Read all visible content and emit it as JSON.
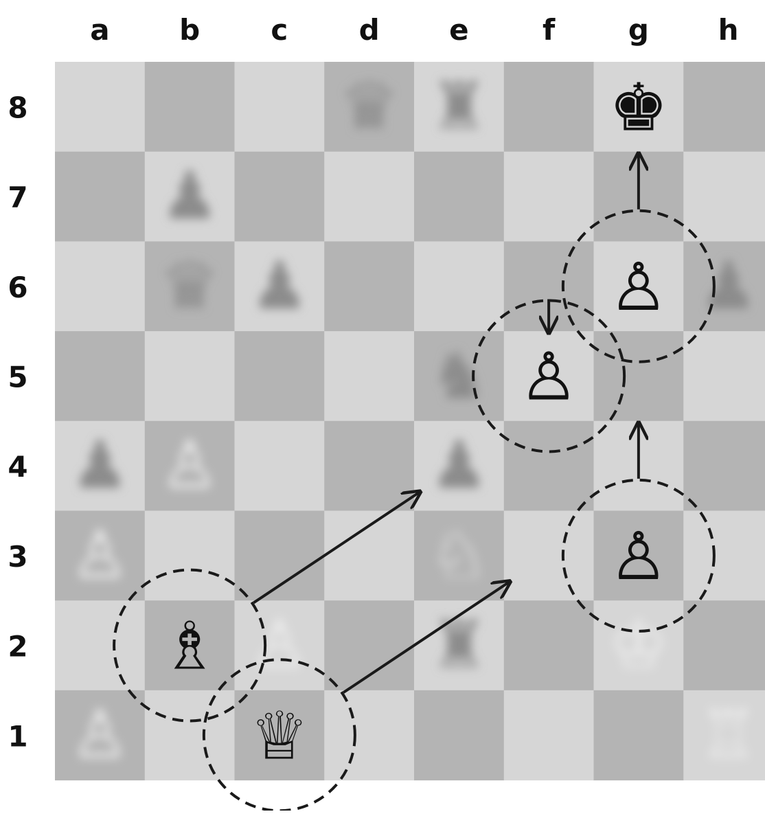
{
  "board": {
    "files": [
      "a",
      "b",
      "c",
      "d",
      "e",
      "f",
      "g",
      "h"
    ],
    "ranks": [
      "8",
      "7",
      "6",
      "5",
      "4",
      "3",
      "2",
      "1"
    ],
    "colors": {
      "light_square": "#d6d6d6",
      "dark_square": "#b4b4b4",
      "ghost_piece": "#8c8c8c",
      "ghost_piece_light": "#efefef",
      "annotation": "#1a1a1a"
    },
    "pieces": [
      {
        "square": "g8",
        "glyph": "♚",
        "icon": "black-king-icon"
      },
      {
        "square": "g6",
        "glyph": "♙",
        "icon": "white-pawn-icon"
      },
      {
        "square": "f5",
        "glyph": "♙",
        "icon": "white-pawn-icon"
      },
      {
        "square": "g3",
        "glyph": "♙",
        "icon": "white-pawn-icon"
      },
      {
        "square": "b2",
        "glyph": "♗",
        "icon": "white-bishop-icon"
      },
      {
        "square": "c1",
        "glyph": "♕",
        "icon": "white-queen-icon"
      }
    ],
    "ghost_pieces": [
      {
        "square": "d8",
        "glyph": "♛",
        "icon": "faded-queen-icon"
      },
      {
        "square": "e8",
        "glyph": "♜",
        "icon": "faded-rook-icon"
      },
      {
        "square": "b7",
        "glyph": "♟",
        "icon": "faded-pawn-icon"
      },
      {
        "square": "b6",
        "glyph": "♛",
        "icon": "faded-queen-icon"
      },
      {
        "square": "c6",
        "glyph": "♟",
        "icon": "faded-pawn-icon"
      },
      {
        "square": "h6",
        "glyph": "♟",
        "icon": "faded-pawn-icon"
      },
      {
        "square": "e5",
        "glyph": "♞",
        "icon": "faded-knight-icon"
      },
      {
        "square": "a4",
        "glyph": "♟",
        "icon": "faded-pawn-icon"
      },
      {
        "square": "e4",
        "glyph": "♟",
        "icon": "faded-pawn-icon"
      },
      {
        "square": "e2",
        "glyph": "♜",
        "icon": "faded-rook-icon"
      },
      {
        "square": "b4",
        "glyph": "♙",
        "icon": "faded-light-pawn-icon",
        "light": true
      },
      {
        "square": "a3",
        "glyph": "♙",
        "icon": "faded-light-pawn-icon",
        "light": true
      },
      {
        "square": "e3",
        "glyph": "♘",
        "icon": "faded-light-knight-icon",
        "light": true
      },
      {
        "square": "c2",
        "glyph": "♙",
        "icon": "faded-light-pawn-icon",
        "light": true
      },
      {
        "square": "g2",
        "glyph": "♔",
        "icon": "faded-light-king-icon",
        "light": true
      },
      {
        "square": "a1",
        "glyph": "♙",
        "icon": "faded-light-pawn-icon",
        "light": true
      },
      {
        "square": "h1",
        "glyph": "♖",
        "icon": "faded-light-rook-icon",
        "light": true
      }
    ],
    "highlight_circles": [
      "b2",
      "c1",
      "g6",
      "f5",
      "g3"
    ],
    "arrows": [
      {
        "from": "b2",
        "to": "e4"
      },
      {
        "from": "c1",
        "to": "f3"
      },
      {
        "from": "g6",
        "to": "g8"
      },
      {
        "from": "f5",
        "to": "f6"
      },
      {
        "from": "g3",
        "to": "g5"
      }
    ]
  }
}
